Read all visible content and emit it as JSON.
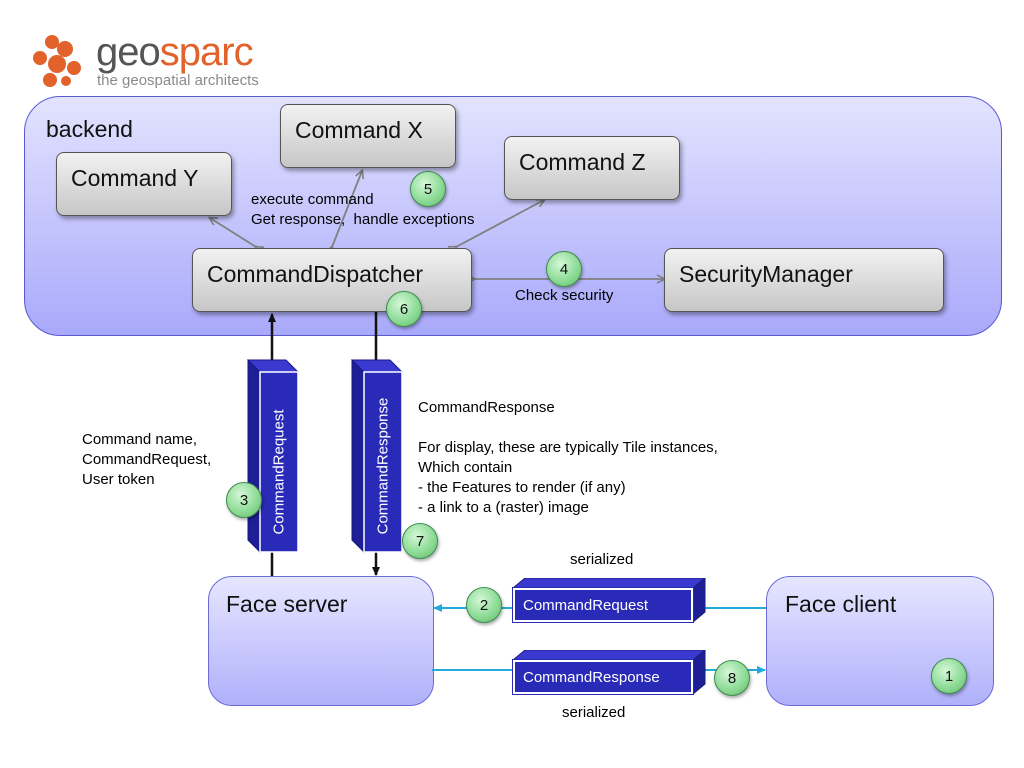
{
  "logo": {
    "word_geo": "geo",
    "word_sparc": "sparc",
    "tagline": "the geospatial architects"
  },
  "backend": {
    "label": "backend",
    "command_x": "Command X",
    "command_y": "Command Y",
    "command_z": "Command Z",
    "dispatcher": "CommandDispatcher",
    "security": "SecurityManager",
    "execute_note": "execute command\nGet response,  handle exceptions",
    "security_note": "Check security"
  },
  "transfer": {
    "request_block": "CommandRequest",
    "response_block": "CommandResponse",
    "request_note": "Command name,\nCommandRequest,\nUser token",
    "response_note": "CommandResponse\n\nFor display, these are typically Tile instances,\nWhich contain\n- the Features to render (if any)\n- a link to a (raster) image"
  },
  "face": {
    "server": "Face server",
    "client": "Face client",
    "request_chip": "CommandRequest",
    "response_chip": "CommandResponse",
    "serialized_top": "serialized",
    "serialized_bottom": "serialized"
  },
  "steps": {
    "s1": "1",
    "s2": "2",
    "s3": "3",
    "s4": "4",
    "s5": "5",
    "s6": "6",
    "s7": "7",
    "s8": "8"
  },
  "colors": {
    "logo_orange": "#e1622a",
    "region_fill": "#a9a9fb",
    "block_blue": "#2a2ab8",
    "connector_cyan": "#22aadd",
    "step_green": "#8fdc98"
  }
}
